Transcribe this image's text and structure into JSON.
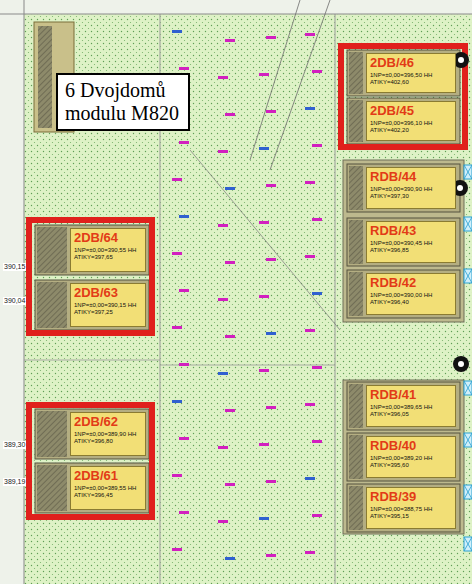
{
  "diagram": {
    "nodes": [
      {
        "text": [
          "6 Dvojdomů modulu M820"
        ]
      },
      {
        "text": [
          "2DB/46",
          "1NP=±0,00=396,50 HH ATIKY=402,60"
        ]
      },
      {
        "text": [
          "2DB/45",
          "1NP=±0,00=396,10 HH ATIKY=402,20"
        ]
      },
      {
        "text": [
          "RDB/44",
          "1NP=±0,00=390,90 HH ATIKY=397,30"
        ]
      },
      {
        "text": [
          "2DB/64",
          "1NP=±0,00=390,55 HH ATIKY=397,65"
        ]
      },
      {
        "text": [
          "RDB/43",
          "1NP=±0,00=390,45 HH ATIKY=396,85"
        ]
      },
      {
        "text": [
          "2DB/63",
          "1NP=±0,00=390,15 HH ATIKY=397,25"
        ]
      },
      {
        "text": [
          "RDB/42",
          "1NP=±0,00=390,00 HH ATIKY=396,40"
        ]
      },
      {
        "text": [
          "RDB/41",
          "1NP=±0,00=389,65 HH ATIKY=396,05"
        ]
      },
      {
        "text": [
          "2DB/62",
          "1NP=±0,00=389,90 HH ATIKY=396,80"
        ]
      },
      {
        "text": [
          "RDB/40",
          "1NP=±0,00=389,20 HH ATIKY=395,60"
        ]
      },
      {
        "text": [
          "2DB/61",
          "1NP=±0,00=389,55 HH ATIKY=396,45"
        ]
      },
      {
        "text": [
          "RDB/39",
          "1NP=±0,00=388,75 HH ATIKY=395,15"
        ]
      }
    ],
    "labels": [
      "390,15",
      "390,04",
      "389,30",
      "389,19"
    ]
  }
}
